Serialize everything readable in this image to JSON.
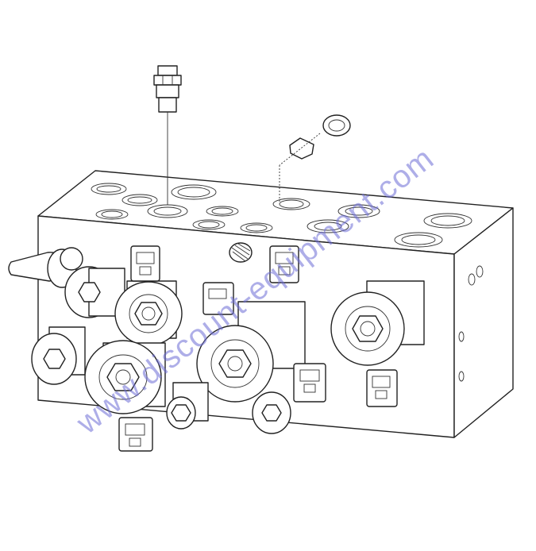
{
  "watermark": {
    "text": "www.discount-equipment.com"
  },
  "colors": {
    "line": "#222222",
    "background": "#ffffff",
    "watermark": "#6b6bd6"
  },
  "components": {
    "manifold_block": "hydraulic valve manifold block",
    "fitting_top": "straight hose fitting",
    "plug_top": "port plug",
    "solenoids": 5,
    "connectors": 6
  }
}
